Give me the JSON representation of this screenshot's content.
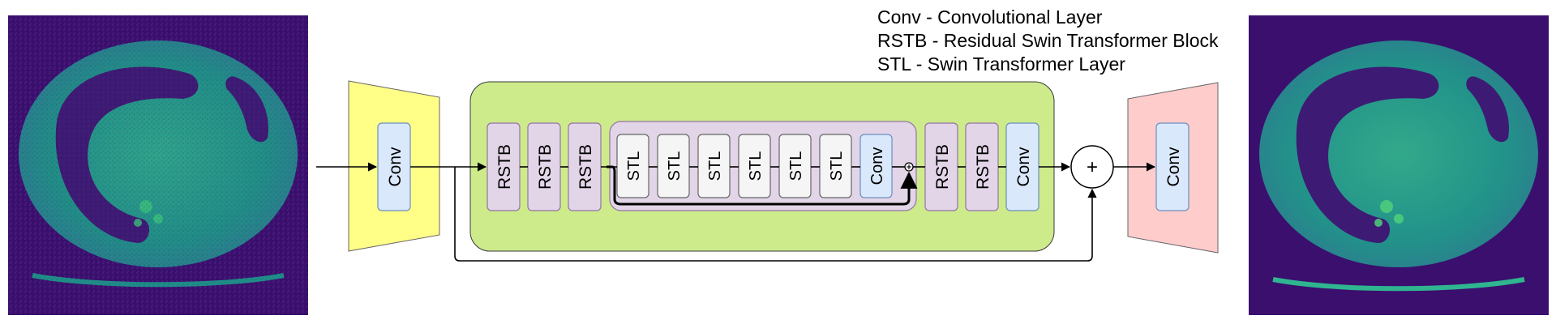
{
  "legend": [
    "Conv - Convolutional Layer",
    "RSTB - Residual Swin Transformer Block",
    "STL - Swin Transformer Layer"
  ],
  "blocks": {
    "conv": "Conv",
    "rstb": "RSTB",
    "stl": "STL",
    "plus": "+"
  },
  "colors": {
    "input_trapezoid": "#ffff88",
    "output_trapezoid": "#ffcccc",
    "main_container": "#cdeb8b",
    "rstb": "#e1d5e7",
    "stl": "#f5f5f5",
    "conv": "#dae8fc",
    "scan_bg": "#3b0f70",
    "scan_tissue": "#21a386"
  },
  "icons": {
    "input_image": "ct-scan-noisy-image",
    "output_image": "ct-scan-denoised-image"
  }
}
